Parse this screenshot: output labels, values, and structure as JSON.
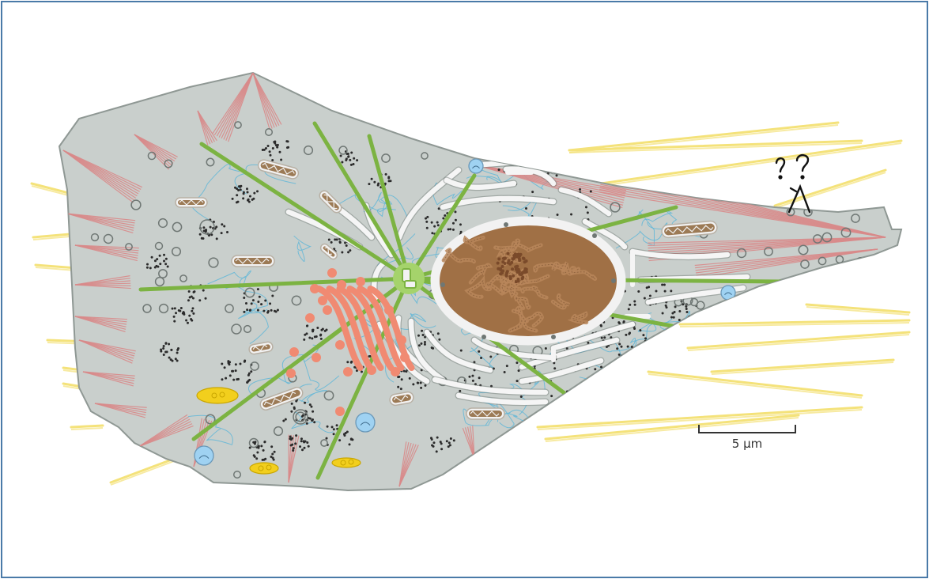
{
  "diagram": {
    "scale_bar": {
      "label": "5 µm"
    },
    "annotation": {
      "symbol": "?"
    }
  },
  "colors": {
    "frame": "#4a7aa8",
    "cytoplasm": "#c9cfcc",
    "cell_outline": "#8f9894",
    "nucleus": "#a07045",
    "nucleus_light": "#b8865a",
    "nuclear_envelope": "#f2f2f2",
    "microtubule": "#7cb342",
    "centrosome": "#a5d36b",
    "stress_fiber": "#d98a8a",
    "extracellular_fiber": "#f4e27a",
    "golgi": "#f08a72",
    "er": "#f5f5f5",
    "mitochondrion": "#9c7a55",
    "lysosome": "#f2cf1d",
    "peroxisome": "#9fd2f2",
    "vesicle_stroke": "#6f7774",
    "ribosome": "#2b2b2b",
    "intermediate_filament": "#5bb5d8"
  },
  "icons": {
    "cell": "cell-body-shape",
    "nucleus": "nucleus-shape",
    "mitochondrion": "mitochondrion-shape",
    "golgi": "golgi-stack-shape",
    "vesicle": "vesicle-circle"
  }
}
